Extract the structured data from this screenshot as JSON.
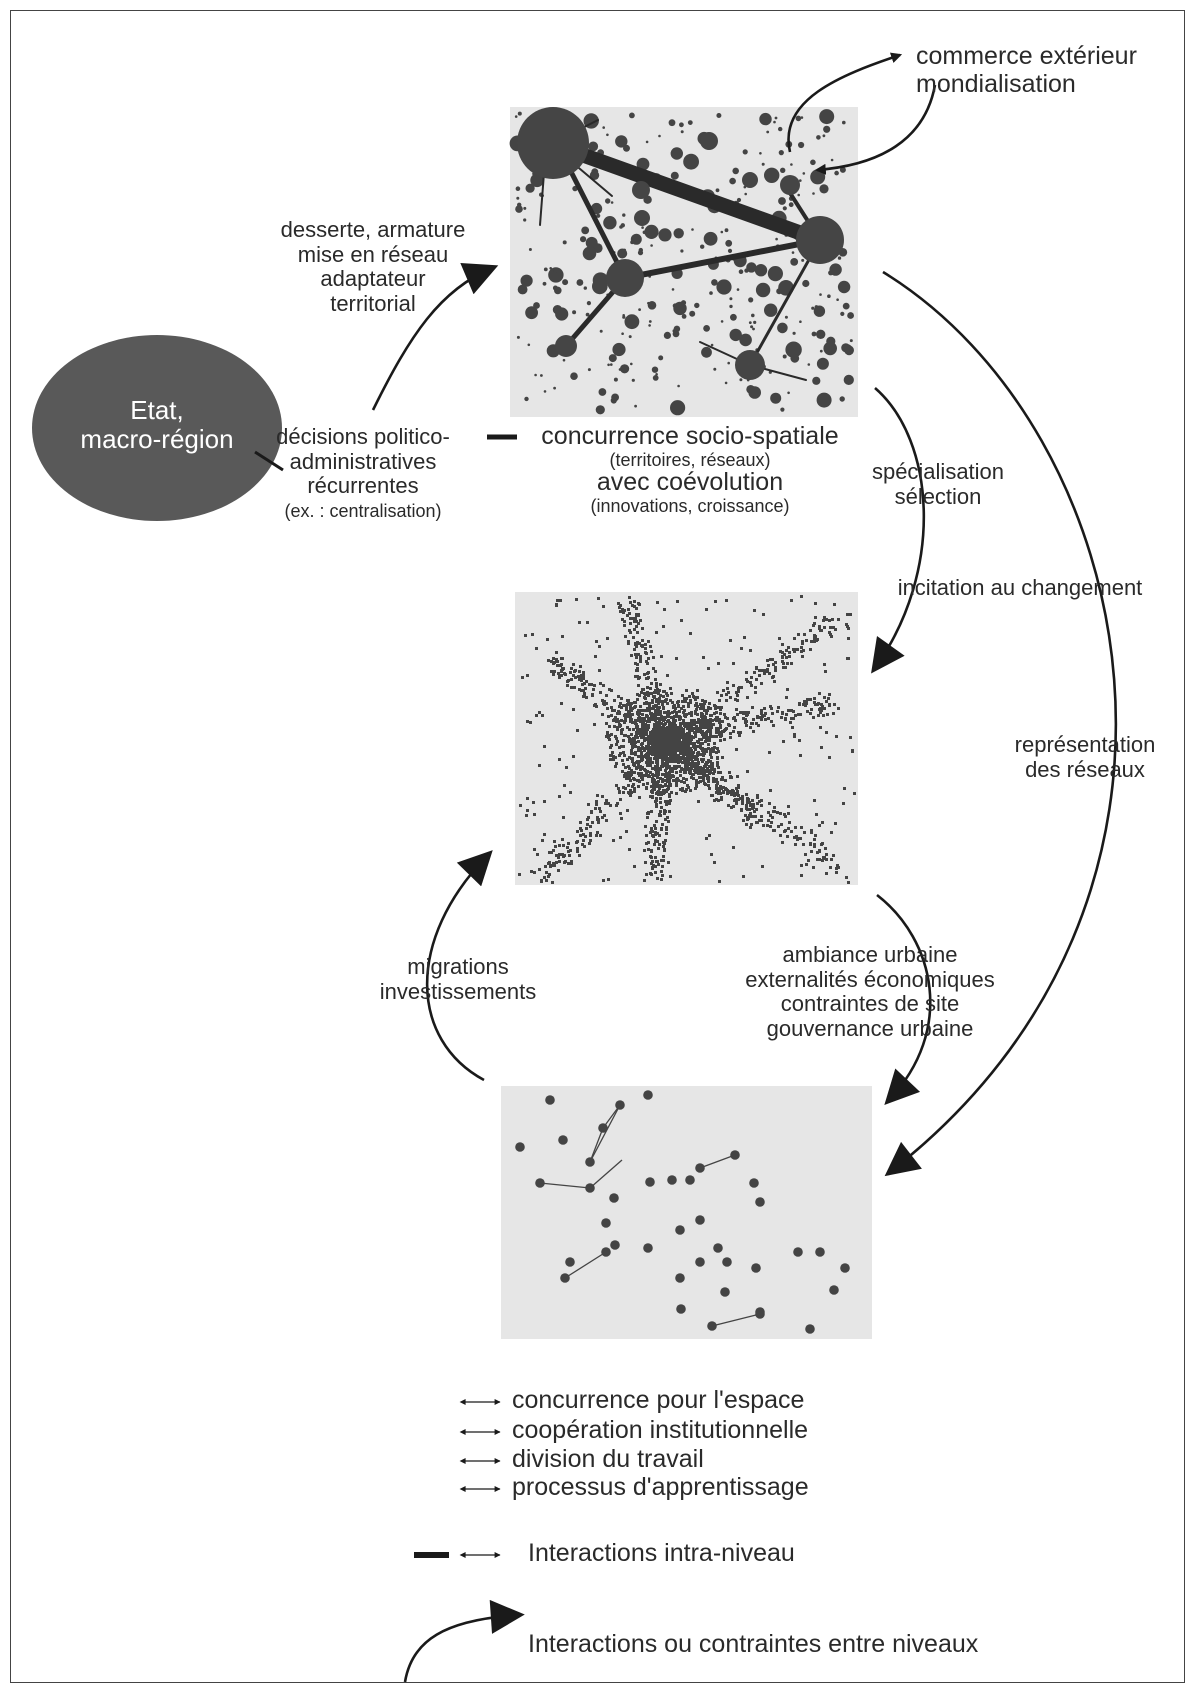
{
  "labels": {
    "commerce": [
      "commerce extérieur",
      "mondialisation"
    ],
    "desserte": [
      "desserte, armature",
      "mise en réseau",
      "adaptateur",
      "territorial"
    ],
    "etat": [
      "Etat,",
      "macro-région"
    ],
    "decisions": [
      "décisions politico-",
      "administratives",
      "récurrentes"
    ],
    "decisions_note": "(ex. : centralisation)",
    "concurrence_title": "concurrence socio-spatiale",
    "concurrence_sub": "(territoires, réseaux)",
    "coevolution_title": "avec coévolution",
    "coevolution_sub": "(innovations, croissance)",
    "specialisation": [
      "spécialisation",
      "sélection"
    ],
    "incitation": "incitation au changement",
    "representation": [
      "représentation",
      "des réseaux"
    ],
    "migrations": [
      "migrations",
      "investissements"
    ],
    "ambiance": [
      "ambiance urbaine",
      "externalités économiques",
      "contraintes de site",
      "gouvernance urbaine"
    ]
  },
  "legend": {
    "arrow_items": [
      "concurrence pour l'espace",
      "coopération institutionnelle",
      "division du travail",
      "processus d'apprentissage"
    ],
    "intra": "Interactions intra-niveau",
    "inter": "Interactions ou contraintes entre niveaux"
  },
  "colors": {
    "panel": "#e6e6e6",
    "dot": "#444444",
    "ellipse": "#595959",
    "ink": "#1a1a1a"
  }
}
